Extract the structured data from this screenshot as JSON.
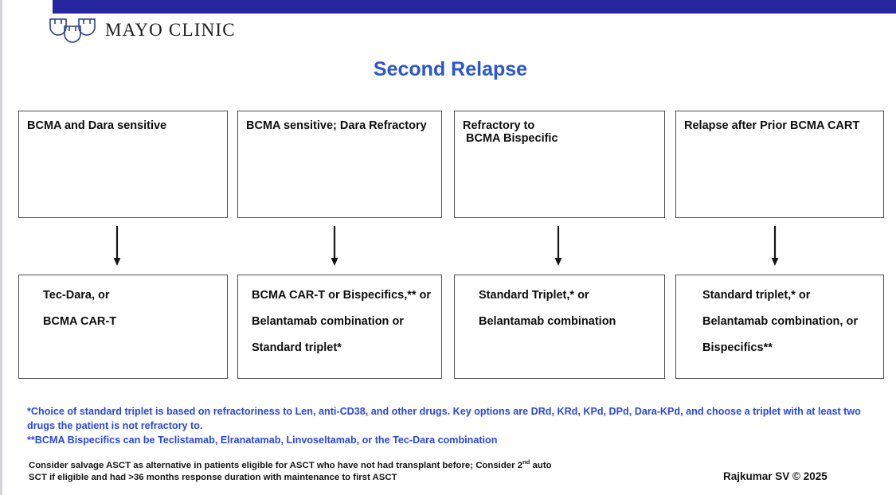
{
  "brand": {
    "logo_text": "MAYO CLINIC",
    "logo_icon": "mayo-three-shields-icon",
    "bar_color": "#2626a0"
  },
  "title": "Second Relapse",
  "title_color": "#2a56cf",
  "top_row": [
    {
      "text": "BCMA and Dara sensitive"
    },
    {
      "text": "BCMA sensitive; Dara Refractory"
    },
    {
      "text": "Refractory to\n BCMA Bispecific"
    },
    {
      "text": "Relapse after Prior BCMA CART"
    }
  ],
  "arrows": [
    {
      "icon": "down-arrow-icon"
    },
    {
      "icon": "down-arrow-icon"
    },
    {
      "icon": "down-arrow-icon"
    },
    {
      "icon": "down-arrow-icon"
    }
  ],
  "bottom_row": [
    {
      "lines": [
        "Tec-Dara, or",
        "BCMA CAR-T"
      ]
    },
    {
      "lines": [
        "BCMA CAR-T or Bispecifics,** or",
        "Belantamab combination or",
        "Standard triplet*"
      ]
    },
    {
      "lines": [
        "Standard Triplet,* or",
        "Belantamab combination"
      ]
    },
    {
      "lines": [
        "Standard triplet,* or",
        "Belantamab combination, or",
        "Bispecifics**"
      ]
    }
  ],
  "footnotes": {
    "color": "#2a46e0",
    "line1": "*Choice of standard triplet is based on refractoriness to Len, anti-CD38, and other drugs. Key options are DRd, KRd, KPd, DPd, Dara-KPd, and choose a triplet with at least two drugs the patient is not refractory to.",
    "line2": "**BCMA Bispecifics can be Teclistamab, Elranatamab, Linvoseltamab, or the Tec-Dara combination"
  },
  "bottom_note": {
    "part1": "Consider salvage ASCT as alternative in patients eligible for ASCT who have not had transplant before; Consider 2",
    "superscript": "nd",
    "part2": " auto SCT if eligible and had >36 months response duration with maintenance to first ASCT"
  },
  "copyright": "Rajkumar SV © 2025"
}
